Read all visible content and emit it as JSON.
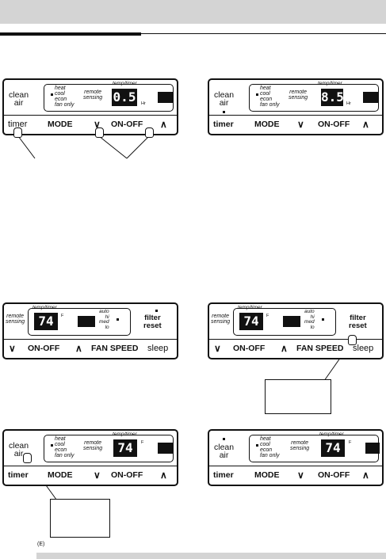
{
  "footnote": "(E)",
  "labels": {
    "heat": "heat",
    "cool": "cool",
    "econ": "econ",
    "fan_only": "fan only",
    "remote": "remote",
    "sensing": "sensing",
    "temp_timer": "temp/timer",
    "hr": "Hr",
    "f": "F",
    "clean": "clean",
    "air": "air",
    "timer": "timer",
    "mode": "MODE",
    "on_off": "ON-OFF",
    "auto": "auto",
    "hi": "hi",
    "med": "med",
    "lo": "lo",
    "filter": "filter",
    "reset": "reset",
    "fan_speed": "FAN SPEED",
    "sleep": "sleep"
  },
  "panels": {
    "a": {
      "display": "0.5",
      "units": "Hr"
    },
    "b": {
      "display": "8.5",
      "units": "Hr"
    },
    "c": {
      "display": "74",
      "units": "F"
    },
    "d": {
      "display": "74",
      "units": "F"
    },
    "e": {
      "display": "74",
      "units": "F"
    },
    "f": {
      "display": "74",
      "units": "F"
    }
  }
}
